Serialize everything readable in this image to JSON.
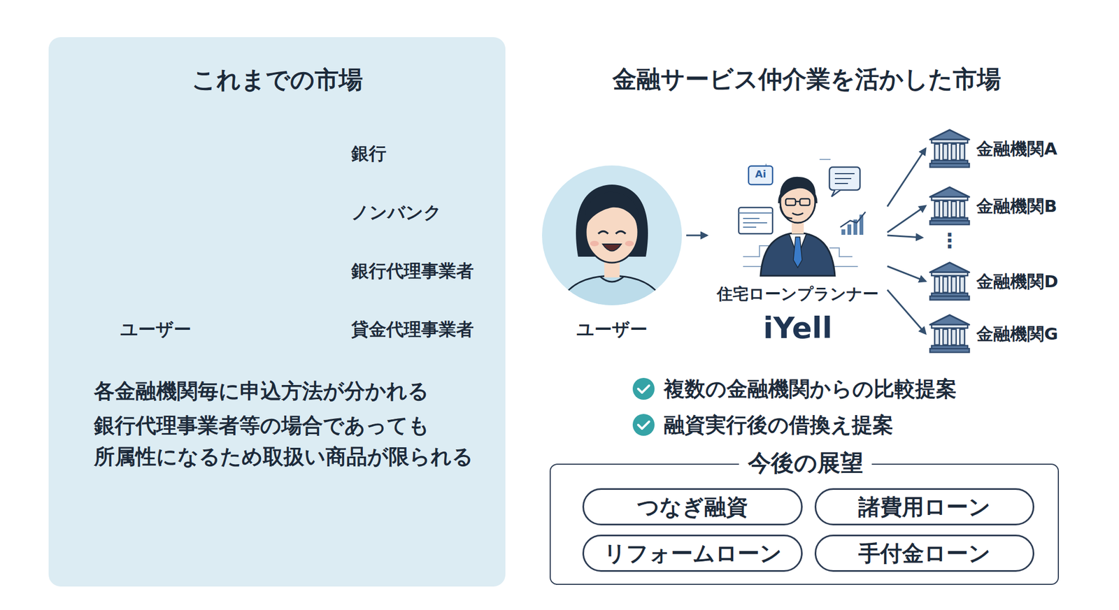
{
  "diagram": {
    "nodes": [
      {
        "text": [
          "これまでの市場",
          "各金融機関毎に申込方法が分かれる",
          "銀行代理事業者等の場合であっても 所属性になるため取扱い商品が限られる"
        ]
      },
      {
        "text": [
          "ユーザー"
        ],
        "in": 0
      },
      {
        "text": [
          "銀行"
        ],
        "in": 0
      },
      {
        "text": [
          "ノンバンク"
        ],
        "in": 0
      },
      {
        "text": [
          "銀行代理事業者"
        ],
        "in": 0
      },
      {
        "text": [
          "貸金代理事業者"
        ],
        "in": 0
      },
      {
        "text": [
          "ユーザー"
        ]
      },
      {
        "text": [
          "住宅ローンプランナー",
          "iYell"
        ]
      },
      {
        "text": [
          "金融機関A"
        ]
      },
      {
        "text": [
          "金融機関B"
        ]
      },
      {
        "text": [
          "金融機関D"
        ]
      },
      {
        "text": [
          "金融機関G"
        ]
      },
      {
        "text": [
          "今後の展望"
        ]
      },
      {
        "text": [
          "つなぎ融資"
        ],
        "in": 12
      },
      {
        "text": [
          "諸費用ローン"
        ],
        "in": 12
      },
      {
        "text": [
          "リフォームローン"
        ],
        "in": 12
      },
      {
        "text": [
          "手付金ローン"
        ],
        "in": 12
      }
    ],
    "edges": [
      {
        "from": 1,
        "to": 2,
        "arrow": "to"
      },
      {
        "from": 1,
        "to": 3,
        "arrow": "to"
      },
      {
        "from": 1,
        "to": 4,
        "arrow": "to"
      },
      {
        "from": 1,
        "to": 5,
        "arrow": "to"
      },
      {
        "from": 6,
        "to": 7,
        "arrow": "to"
      },
      {
        "from": 7,
        "to": 8,
        "arrow": "to"
      },
      {
        "from": 7,
        "to": 9,
        "arrow": "to"
      },
      {
        "from": 7,
        "to": 10,
        "arrow": "to"
      },
      {
        "from": 7,
        "to": 11,
        "arrow": "to"
      }
    ],
    "labels": [
      "金融サービス仲介業を活かした市場",
      "複数の金融機関からの比較提案",
      "融資実行後の借換え提案",
      "⋮",
      "Ai"
    ]
  }
}
